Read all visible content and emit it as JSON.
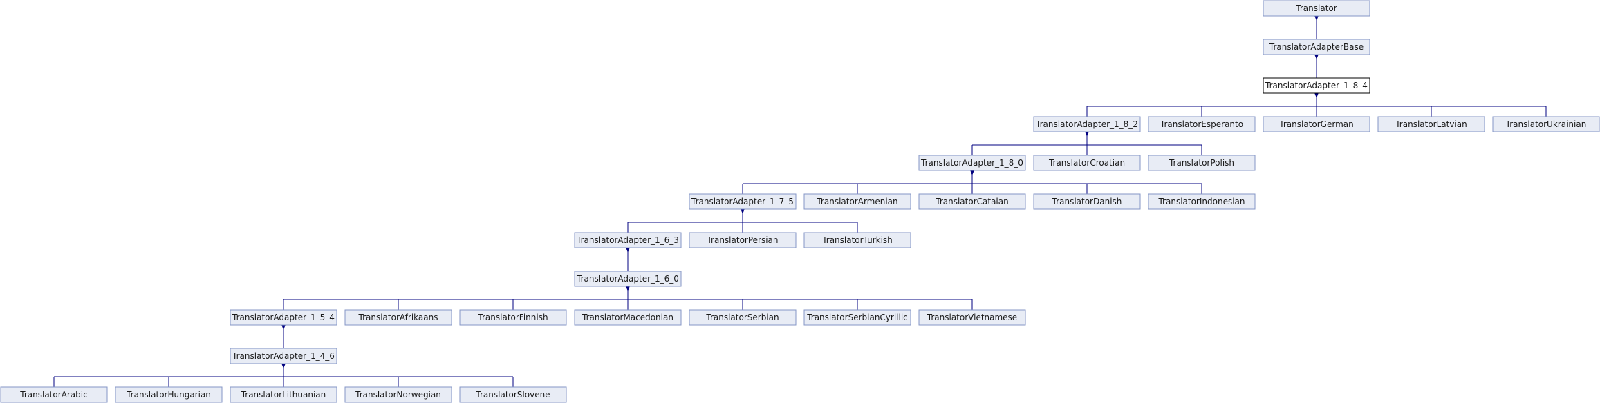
{
  "diagram": {
    "type": "class inheritance diagram",
    "colors": {
      "node_fill": "#e8ecf5",
      "node_border": "#8496c6",
      "node_fill_highlight": "#ffffff",
      "node_border_highlight": "#000000",
      "edge": "#000080",
      "text": "#1a1a1a"
    },
    "nodes": [
      {
        "id": "translator",
        "label": "Translator"
      },
      {
        "id": "translator-adapter-base",
        "label": "TranslatorAdapterBase"
      },
      {
        "id": "translator-adapter-1-8-4",
        "label": "TranslatorAdapter_1_8_4",
        "highlight": true
      },
      {
        "id": "translator-adapter-1-8-2",
        "label": "TranslatorAdapter_1_8_2"
      },
      {
        "id": "translator-esperanto",
        "label": "TranslatorEsperanto"
      },
      {
        "id": "translator-german",
        "label": "TranslatorGerman"
      },
      {
        "id": "translator-latvian",
        "label": "TranslatorLatvian"
      },
      {
        "id": "translator-ukrainian",
        "label": "TranslatorUkrainian"
      },
      {
        "id": "translator-adapter-1-8-0",
        "label": "TranslatorAdapter_1_8_0"
      },
      {
        "id": "translator-croatian",
        "label": "TranslatorCroatian"
      },
      {
        "id": "translator-polish",
        "label": "TranslatorPolish"
      },
      {
        "id": "translator-adapter-1-7-5",
        "label": "TranslatorAdapter_1_7_5"
      },
      {
        "id": "translator-armenian",
        "label": "TranslatorArmenian"
      },
      {
        "id": "translator-catalan",
        "label": "TranslatorCatalan"
      },
      {
        "id": "translator-danish",
        "label": "TranslatorDanish"
      },
      {
        "id": "translator-indonesian",
        "label": "TranslatorIndonesian"
      },
      {
        "id": "translator-adapter-1-6-3",
        "label": "TranslatorAdapter_1_6_3"
      },
      {
        "id": "translator-persian",
        "label": "TranslatorPersian"
      },
      {
        "id": "translator-turkish",
        "label": "TranslatorTurkish"
      },
      {
        "id": "translator-adapter-1-6-0",
        "label": "TranslatorAdapter_1_6_0"
      },
      {
        "id": "translator-adapter-1-5-4",
        "label": "TranslatorAdapter_1_5_4"
      },
      {
        "id": "translator-afrikaans",
        "label": "TranslatorAfrikaans"
      },
      {
        "id": "translator-finnish",
        "label": "TranslatorFinnish"
      },
      {
        "id": "translator-macedonian",
        "label": "TranslatorMacedonian"
      },
      {
        "id": "translator-serbian",
        "label": "TranslatorSerbian"
      },
      {
        "id": "translator-serbian-cyrillic",
        "label": "TranslatorSerbianCyrillic"
      },
      {
        "id": "translator-vietnamese",
        "label": "TranslatorVietnamese"
      },
      {
        "id": "translator-adapter-1-4-6",
        "label": "TranslatorAdapter_1_4_6"
      },
      {
        "id": "translator-arabic",
        "label": "TranslatorArabic"
      },
      {
        "id": "translator-hungarian",
        "label": "TranslatorHungarian"
      },
      {
        "id": "translator-lithuanian",
        "label": "TranslatorLithuanian"
      },
      {
        "id": "translator-norwegian",
        "label": "TranslatorNorwegian"
      },
      {
        "id": "translator-slovene",
        "label": "TranslatorSlovene"
      }
    ],
    "edges": [
      {
        "child": "translator-adapter-base",
        "parent": "translator"
      },
      {
        "child": "translator-adapter-1-8-4",
        "parent": "translator-adapter-base"
      },
      {
        "child": "translator-adapter-1-8-2",
        "parent": "translator-adapter-1-8-4"
      },
      {
        "child": "translator-esperanto",
        "parent": "translator-adapter-1-8-4"
      },
      {
        "child": "translator-german",
        "parent": "translator-adapter-1-8-4"
      },
      {
        "child": "translator-latvian",
        "parent": "translator-adapter-1-8-4"
      },
      {
        "child": "translator-ukrainian",
        "parent": "translator-adapter-1-8-4"
      },
      {
        "child": "translator-adapter-1-8-0",
        "parent": "translator-adapter-1-8-2"
      },
      {
        "child": "translator-croatian",
        "parent": "translator-adapter-1-8-2"
      },
      {
        "child": "translator-polish",
        "parent": "translator-adapter-1-8-2"
      },
      {
        "child": "translator-adapter-1-7-5",
        "parent": "translator-adapter-1-8-0"
      },
      {
        "child": "translator-armenian",
        "parent": "translator-adapter-1-8-0"
      },
      {
        "child": "translator-catalan",
        "parent": "translator-adapter-1-8-0"
      },
      {
        "child": "translator-danish",
        "parent": "translator-adapter-1-8-0"
      },
      {
        "child": "translator-indonesian",
        "parent": "translator-adapter-1-8-0"
      },
      {
        "child": "translator-adapter-1-6-3",
        "parent": "translator-adapter-1-7-5"
      },
      {
        "child": "translator-persian",
        "parent": "translator-adapter-1-7-5"
      },
      {
        "child": "translator-turkish",
        "parent": "translator-adapter-1-7-5"
      },
      {
        "child": "translator-adapter-1-6-0",
        "parent": "translator-adapter-1-6-3"
      },
      {
        "child": "translator-adapter-1-5-4",
        "parent": "translator-adapter-1-6-0"
      },
      {
        "child": "translator-afrikaans",
        "parent": "translator-adapter-1-6-0"
      },
      {
        "child": "translator-finnish",
        "parent": "translator-adapter-1-6-0"
      },
      {
        "child": "translator-macedonian",
        "parent": "translator-adapter-1-6-0"
      },
      {
        "child": "translator-serbian",
        "parent": "translator-adapter-1-6-0"
      },
      {
        "child": "translator-serbian-cyrillic",
        "parent": "translator-adapter-1-6-0"
      },
      {
        "child": "translator-vietnamese",
        "parent": "translator-adapter-1-6-0"
      },
      {
        "child": "translator-adapter-1-4-6",
        "parent": "translator-adapter-1-5-4"
      },
      {
        "child": "translator-arabic",
        "parent": "translator-adapter-1-4-6"
      },
      {
        "child": "translator-hungarian",
        "parent": "translator-adapter-1-4-6"
      },
      {
        "child": "translator-lithuanian",
        "parent": "translator-adapter-1-4-6"
      },
      {
        "child": "translator-norwegian",
        "parent": "translator-adapter-1-4-6"
      },
      {
        "child": "translator-slovene",
        "parent": "translator-adapter-1-4-6"
      }
    ]
  }
}
